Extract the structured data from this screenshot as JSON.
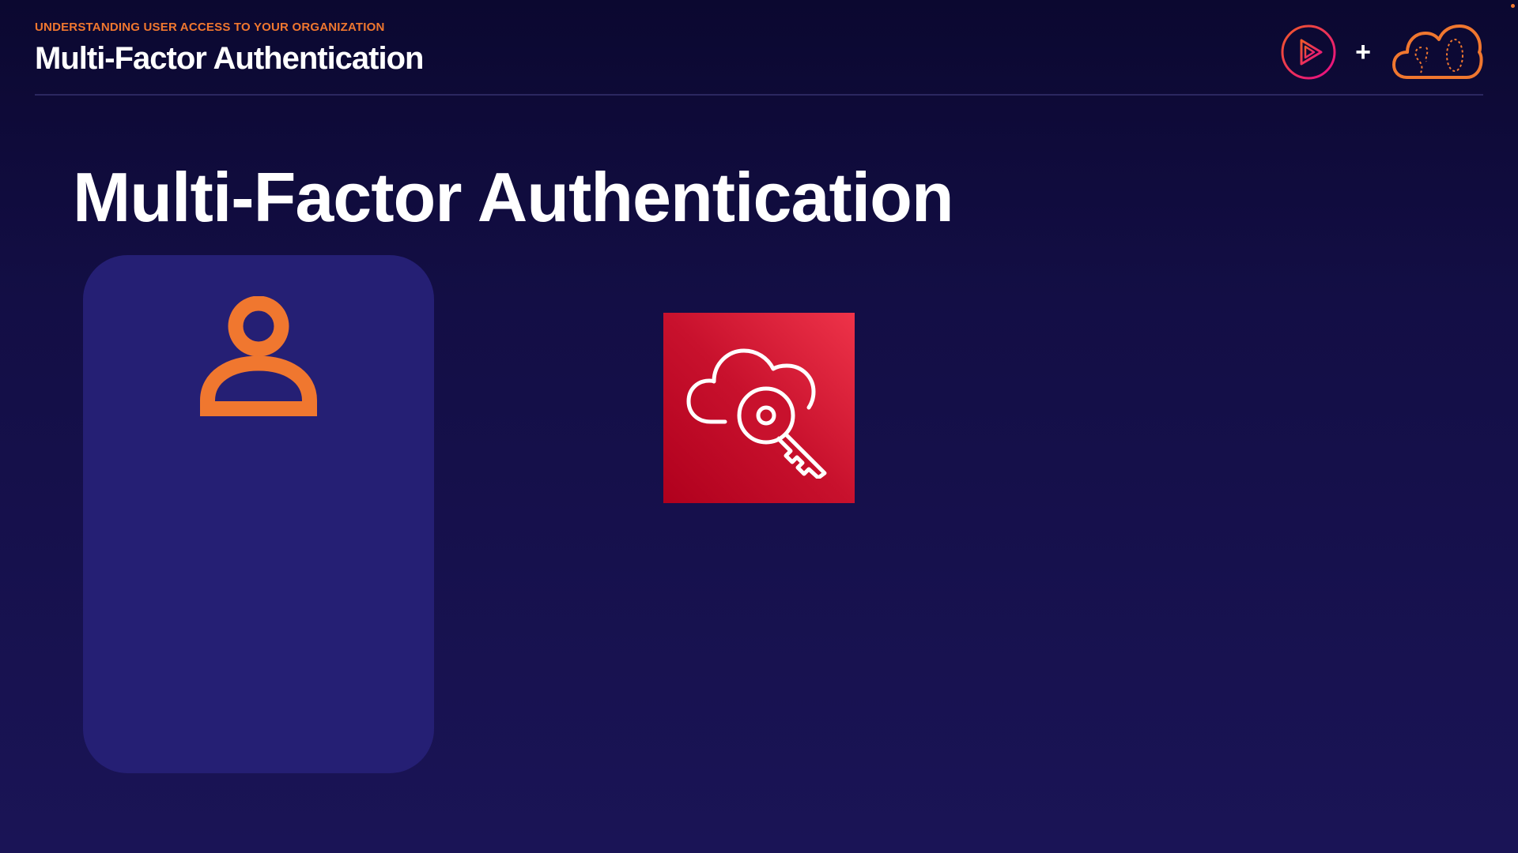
{
  "header": {
    "eyebrow": "UNDERSTANDING USER ACCESS TO YOUR ORGANIZATION",
    "title": "Multi-Factor Authentication"
  },
  "brand": {
    "plus": "+",
    "play_icon": "play-logo-icon",
    "cloud_icon": "cloud-logo-icon"
  },
  "slide": {
    "title": "Multi-Factor Authentication"
  },
  "icons": {
    "user": "user-icon",
    "service": "cloud-key-icon"
  },
  "colors": {
    "accent_orange": "#f0772f",
    "card_bg": "#251f74",
    "service_red": "#c8112d",
    "background_top": "#0b0830",
    "background_bottom": "#1a1456"
  }
}
